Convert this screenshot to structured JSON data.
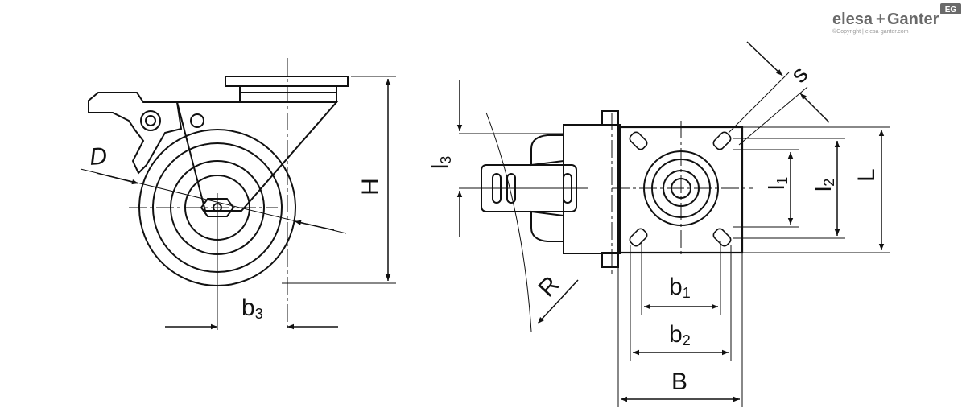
{
  "logo": {
    "brand_left": "elesa",
    "plus": "+",
    "brand_right": "Ganter",
    "badge": "EG",
    "copyright": "©Copyright | elesa-ganter.com"
  },
  "dimensions": {
    "D": "D",
    "H": "H",
    "b3_main": "b",
    "b3_sub": "3",
    "l3_main": "l",
    "l3_sub": "3",
    "R": "R",
    "s": "s",
    "l1_main": "l",
    "l1_sub": "1",
    "l2_main": "l",
    "l2_sub": "2",
    "L": "L",
    "b1_main": "b",
    "b1_sub": "1",
    "b2_main": "b",
    "b2_sub": "2",
    "B": "B"
  },
  "colors": {
    "line": "#111111",
    "logo_grey": "#6a6a6a"
  }
}
